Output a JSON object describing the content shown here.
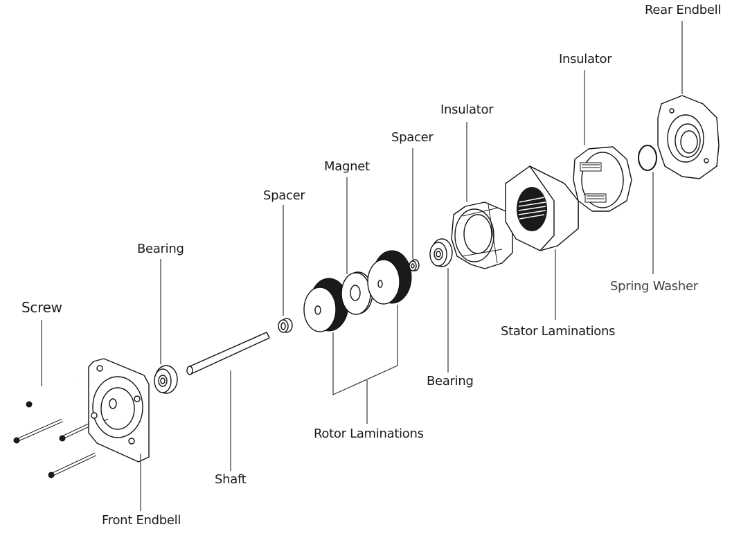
{
  "diagram": {
    "title": "Stepper Motor Exploded View",
    "labels": {
      "screw": "Screw",
      "bearing_front": "Bearing",
      "front_endbell": "Front Endbell",
      "shaft": "Shaft",
      "spacer_front": "Spacer",
      "magnet": "Magnet",
      "rotor_laminations": "Rotor Laminations",
      "spacer_rear": "Spacer",
      "bearing_rear": "Bearing",
      "insulator_front": "Insulator",
      "stator_laminations": "Stator Laminations",
      "insulator_rear": "Insulator",
      "spring_washer": "Spring Washer",
      "rear_endbell": "Rear Endbell"
    }
  }
}
